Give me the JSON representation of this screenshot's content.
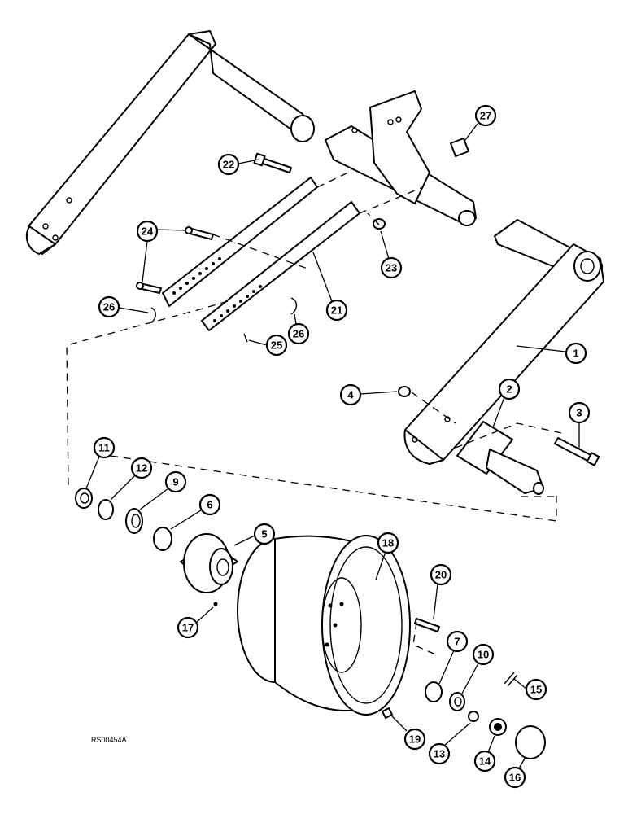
{
  "figure_ref": "RS00454A",
  "callouts": [
    "1",
    "2",
    "3",
    "4",
    "5",
    "6",
    "7",
    "9",
    "10",
    "11",
    "12",
    "13",
    "14",
    "15",
    "16",
    "17",
    "18",
    "19",
    "20",
    "21",
    "22",
    "23",
    "24",
    "25",
    "26",
    "27"
  ]
}
